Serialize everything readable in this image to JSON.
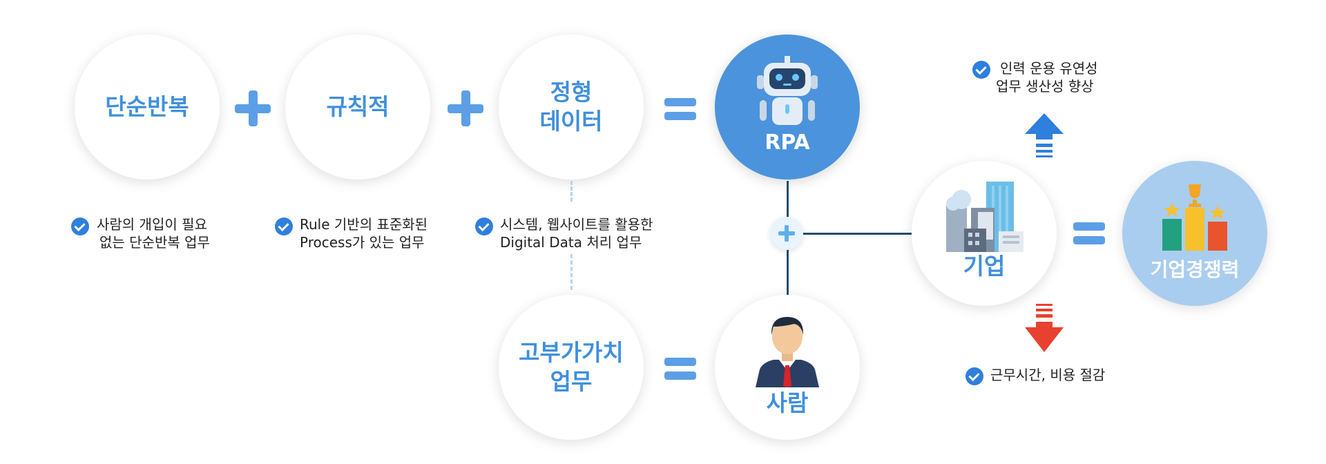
{
  "items": {
    "repetitive": "단순반복",
    "rule_based": "규칙적",
    "structured_line1": "정형",
    "structured_line2": "데이터",
    "rpa": "RPA",
    "high_value_line1": "고부가가치",
    "high_value_line2": "업무",
    "person": "사람",
    "company": "기업",
    "competitiveness": "기업경쟁력"
  },
  "notes": {
    "repetitive_line1": "사람의 개입이 필요",
    "repetitive_line2": "없는 단순반복 업무",
    "rule_line1": "Rule 기반의 표준화된",
    "rule_line2": "Process가 있는 업무",
    "data_line1": "시스템, 웹사이트를 활용한",
    "data_line2": "Digital Data 처리 업무",
    "up_line1": "인력 운용 유연성",
    "up_line2": "업무 생산성 향상",
    "down": "근무시간, 비용 절감"
  },
  "colors": {
    "accent": "#3f8fdd",
    "operator": "#5c9fe6",
    "rpa_circle": "#4b93dc",
    "competitiveness_circle": "#a9cdef",
    "arrow_up": "#2f7fdc",
    "arrow_down": "#e8412f",
    "check": "#2f7fdc",
    "connector": "#1f4f6e"
  },
  "icons": [
    "robot-icon",
    "businessman-icon",
    "city-buildings-icon",
    "trophy-bar-chart-icon",
    "check-icon",
    "plus-icon",
    "equals-icon",
    "arrow-up-icon",
    "arrow-down-icon"
  ]
}
